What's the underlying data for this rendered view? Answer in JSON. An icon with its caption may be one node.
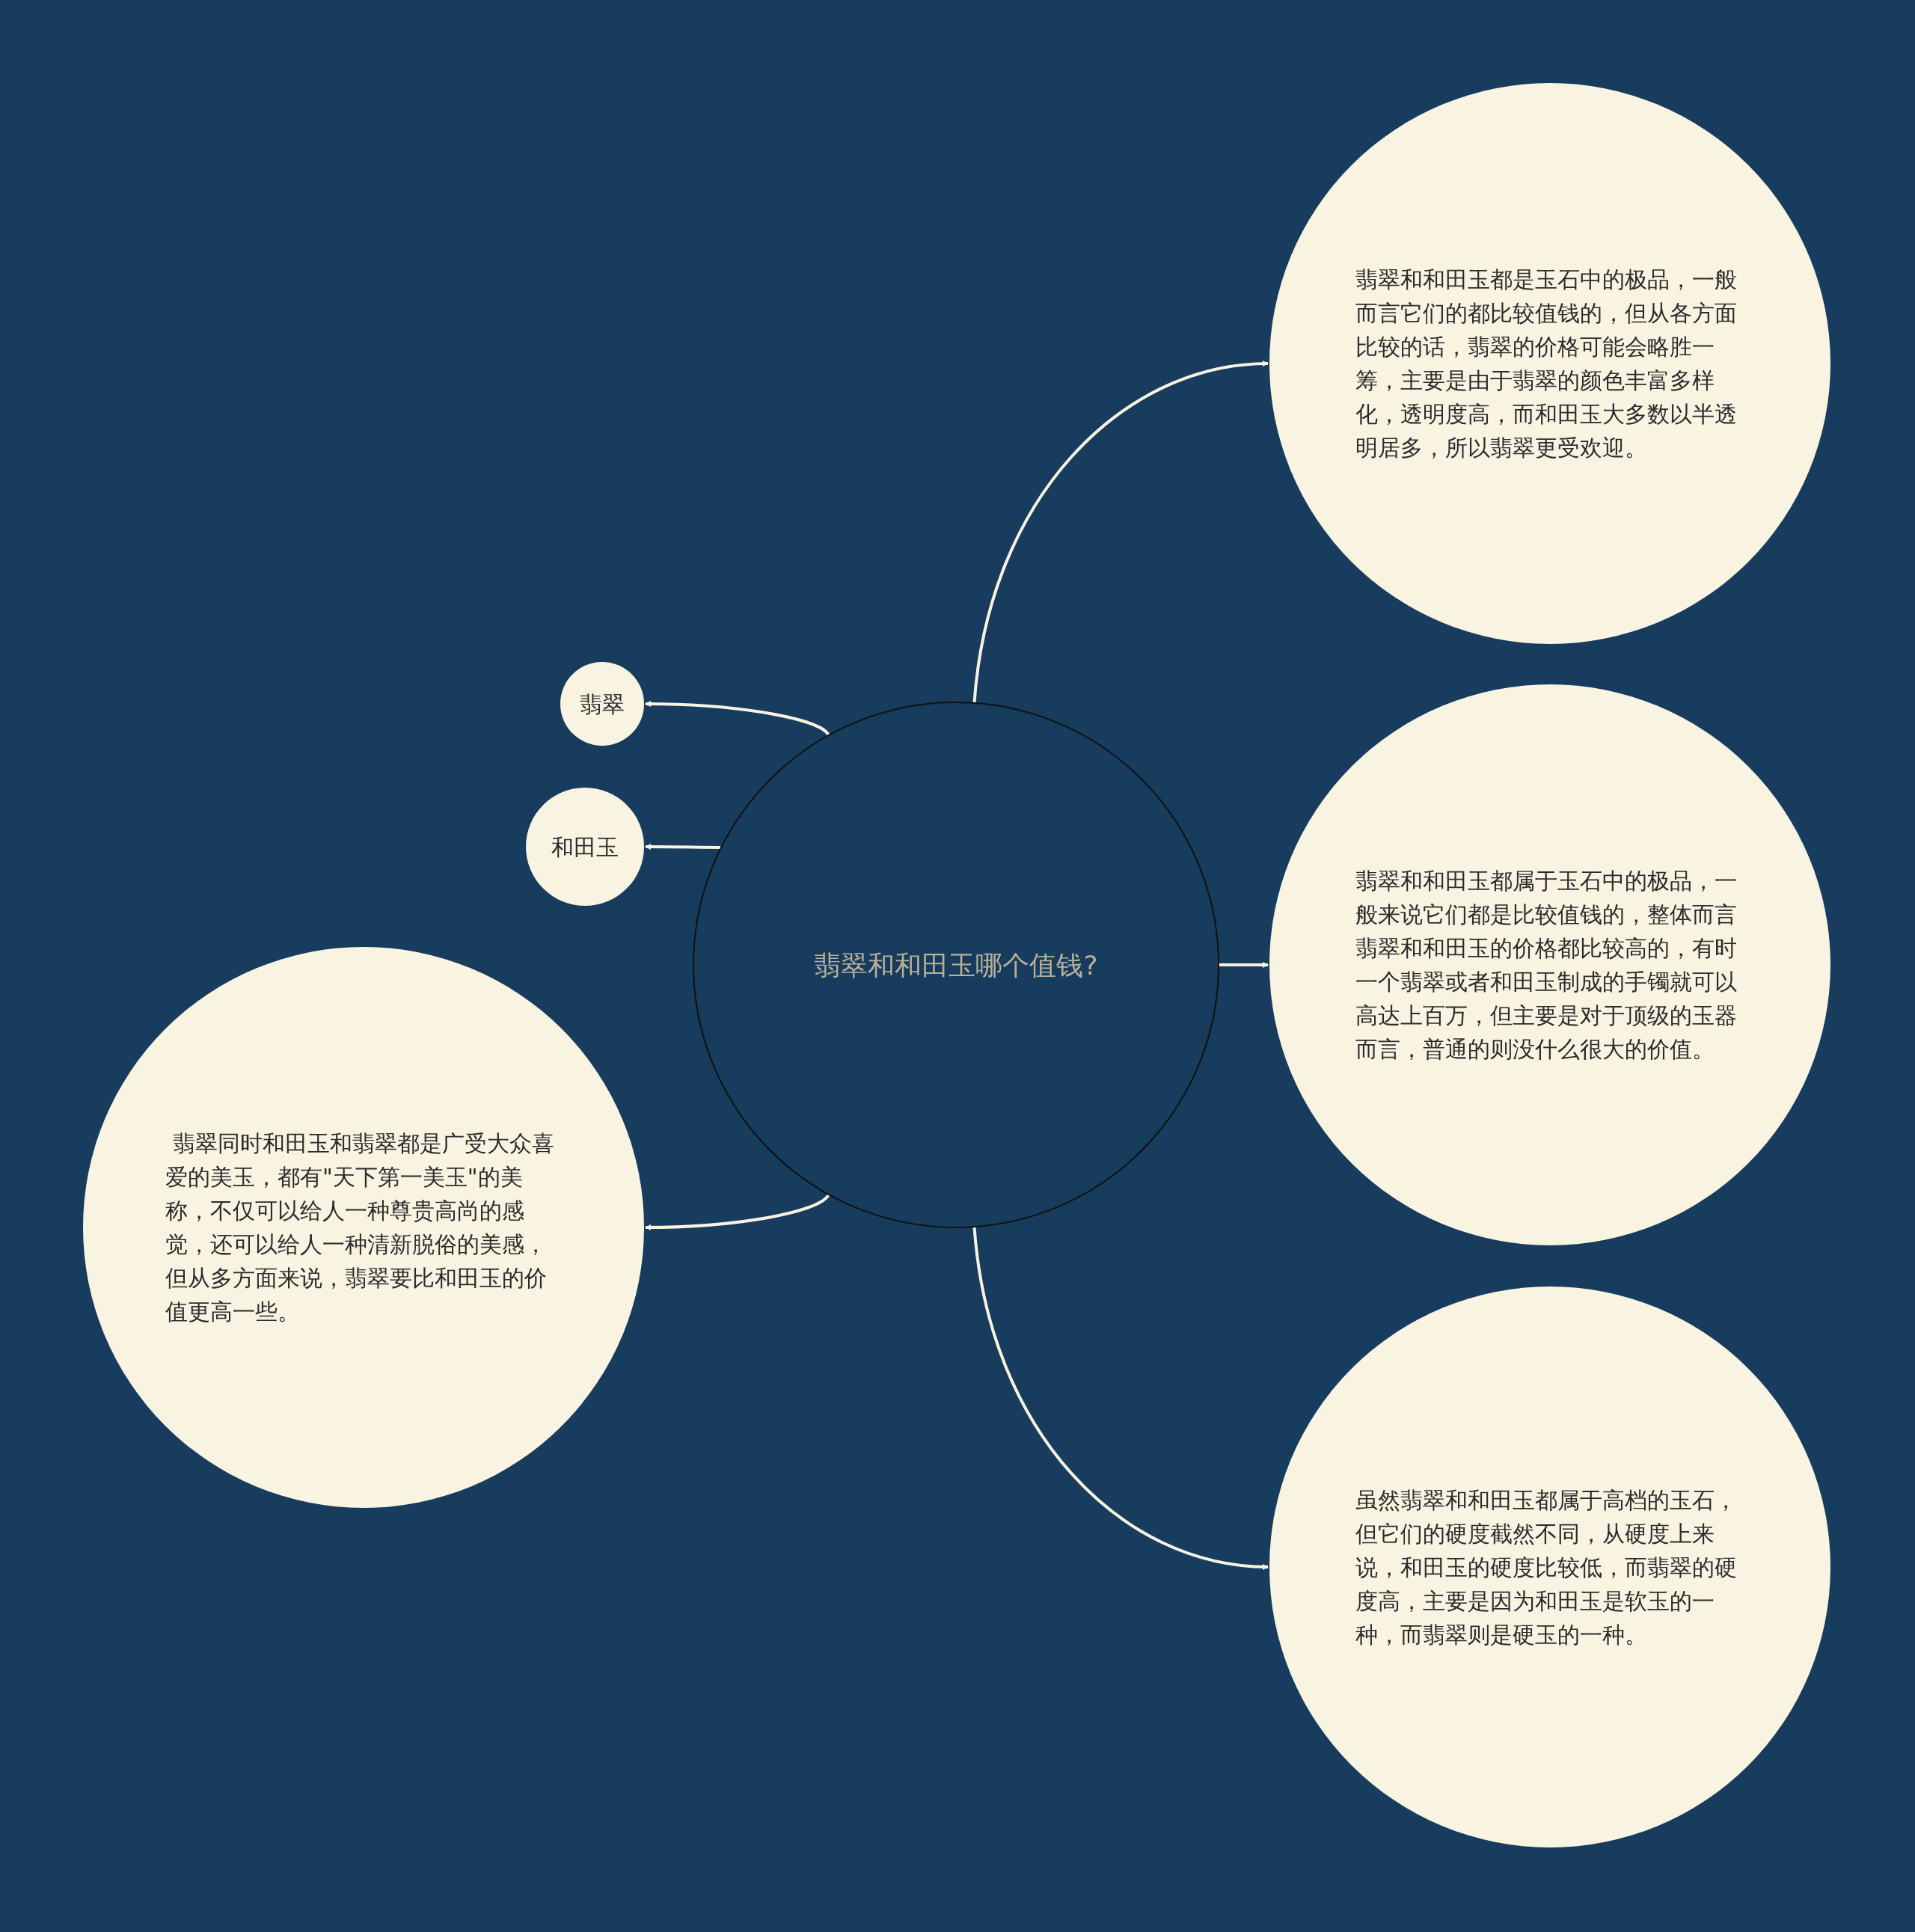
{
  "diagram": {
    "nodes": [
      {
        "text": [
          "翡翠和和田玉哪个值钱?"
        ]
      },
      {
        "text": [
          "翡翠"
        ]
      },
      {
        "text": [
          "和田玉"
        ]
      },
      {
        "text": [
          " 翡翠同时和田玉和翡翠都是广受大众喜爱的美玉，都有\"天下第一美玉\"的美称，不仅可以给人一种尊贵高尚的感觉，还可以给人一种清新脱俗的美感，但从多方面来说，翡翠要比和田玉的价值更高一些。"
        ]
      },
      {
        "text": [
          "翡翠和和田玉都是玉石中的极品，一般而言它们的都比较值钱的，但从各方面比较的话，翡翠的价格可能会略胜一筹，主要是由于翡翠的颜色丰富多样化，透明度高，而和田玉大多数以半透明居多，所以翡翠更受欢迎。"
        ]
      },
      {
        "text": [
          "翡翠和和田玉都属于玉石中的极品，一般来说它们都是比较值钱的，整体而言翡翠和和田玉的价格都比较高的，有时一个翡翠或者和田玉制成的手镯就可以高达上百万，但主要是对于顶级的玉器而言，普通的则没什么很大的价值。"
        ]
      },
      {
        "text": [
          "虽然翡翠和和田玉都属于高档的玉石，但它们的硬度截然不同，从硬度上来说，和田玉的硬度比较低，而翡翠的硬度高，主要是因为和田玉是软玉的一种，而翡翠则是硬玉的一种。"
        ]
      }
    ],
    "edges": [
      {
        "from": 0,
        "to": 1,
        "arrow": "to"
      },
      {
        "from": 0,
        "to": 2,
        "arrow": "to"
      },
      {
        "from": 0,
        "to": 3,
        "arrow": "to"
      },
      {
        "from": 0,
        "to": 4,
        "arrow": "to"
      },
      {
        "from": 0,
        "to": 5,
        "arrow": "to"
      },
      {
        "from": 0,
        "to": 6,
        "arrow": "to"
      }
    ]
  }
}
